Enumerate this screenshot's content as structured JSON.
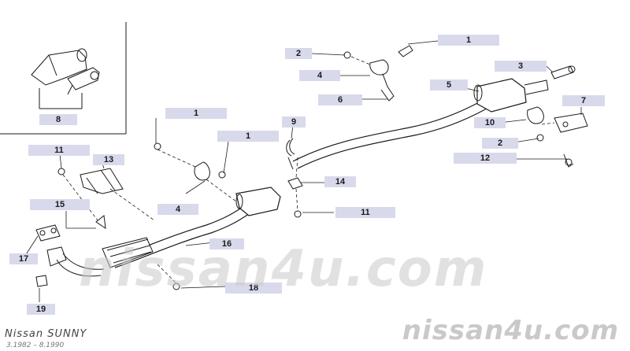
{
  "diagram": {
    "callouts": [
      {
        "id": "c1-top",
        "label": "1"
      },
      {
        "id": "c2-top",
        "label": "2"
      },
      {
        "id": "c3",
        "label": "3"
      },
      {
        "id": "c4-top",
        "label": "4"
      },
      {
        "id": "c5",
        "label": "5"
      },
      {
        "id": "c6",
        "label": "6"
      },
      {
        "id": "c7",
        "label": "7"
      },
      {
        "id": "c8",
        "label": "8"
      },
      {
        "id": "c1-mid-a",
        "label": "1"
      },
      {
        "id": "c1-mid-b",
        "label": "1"
      },
      {
        "id": "c9",
        "label": "9"
      },
      {
        "id": "c10",
        "label": "10"
      },
      {
        "id": "c2-right",
        "label": "2"
      },
      {
        "id": "c12",
        "label": "12"
      },
      {
        "id": "c11-left",
        "label": "11"
      },
      {
        "id": "c13",
        "label": "13"
      },
      {
        "id": "c14",
        "label": "14"
      },
      {
        "id": "c4-mid",
        "label": "4"
      },
      {
        "id": "c15",
        "label": "15"
      },
      {
        "id": "c11-mid",
        "label": "11"
      },
      {
        "id": "c16",
        "label": "16"
      },
      {
        "id": "c17",
        "label": "17"
      },
      {
        "id": "c18",
        "label": "18"
      },
      {
        "id": "c19",
        "label": "19"
      }
    ]
  },
  "footer": {
    "brand": "Nissan SUNNY",
    "years": "3.1982 – 8.1990"
  },
  "watermark": {
    "small": "nissan4u.com",
    "large": "nissan4u.com"
  },
  "colors": {
    "callout_bg": "#d9d9ec",
    "line": "#1a1a1a",
    "watermark": "#c9c9c9"
  }
}
